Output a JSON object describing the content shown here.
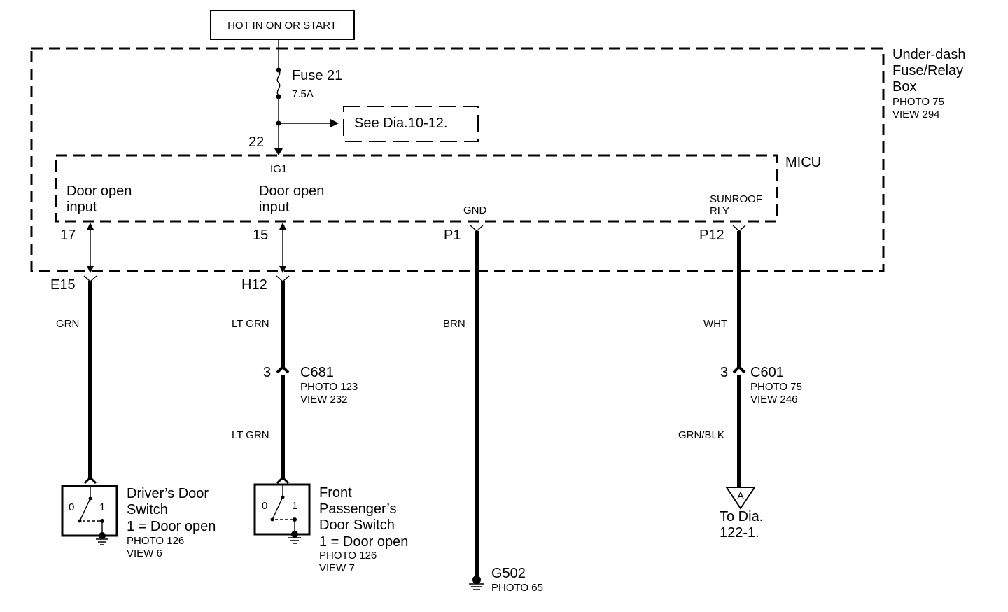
{
  "power": {
    "label": "HOT IN ON OR START"
  },
  "fuse_box": {
    "title_lines": [
      "Under-dash",
      "Fuse/Relay",
      "Box"
    ],
    "photo": "PHOTO 75",
    "view": "VIEW 294"
  },
  "fuse": {
    "label": "Fuse 21",
    "rating": "7.5A"
  },
  "see_ref": "See Dia.10-12.",
  "micu": {
    "title": "MICU",
    "ig_terminal": "22",
    "ig_label": "IG1",
    "input1": [
      "Door open",
      "input"
    ],
    "input2": [
      "Door open",
      "input"
    ],
    "gnd": "GND",
    "sunroof": [
      "SUNROOF",
      "RLY"
    ]
  },
  "pins": {
    "p17": "17",
    "p15": "15",
    "p1": "P1",
    "p12": "P12"
  },
  "connectors": {
    "e15": "E15",
    "h12": "H12"
  },
  "wires": {
    "grn": "GRN",
    "lt_grn_1": "LT GRN",
    "lt_grn_2": "LT GRN",
    "brn": "BRN",
    "wht": "WHT",
    "grn_blk": "GRN/BLK"
  },
  "c681": {
    "pin": "3",
    "name": "C681",
    "photo": "PHOTO 123",
    "view": "VIEW 232"
  },
  "c601": {
    "pin": "3",
    "name": "C601",
    "photo": "PHOTO 75",
    "view": "VIEW 246"
  },
  "driver_switch": {
    "lines": [
      "Driver’s Door",
      "Switch",
      "1 = Door open"
    ],
    "photo": "PHOTO 126",
    "view": "VIEW 6",
    "pos0": "0",
    "pos1": "1"
  },
  "pass_switch": {
    "lines": [
      "Front",
      "Passenger’s",
      "Door Switch",
      "1 = Door open"
    ],
    "photo": "PHOTO 126",
    "view": "VIEW 7",
    "pos0": "0",
    "pos1": "1"
  },
  "ground": {
    "name": "G502",
    "photo": "PHOTO 65"
  },
  "to_dia": {
    "marker": "A",
    "lines": [
      "To Dia.",
      "122-1."
    ]
  }
}
